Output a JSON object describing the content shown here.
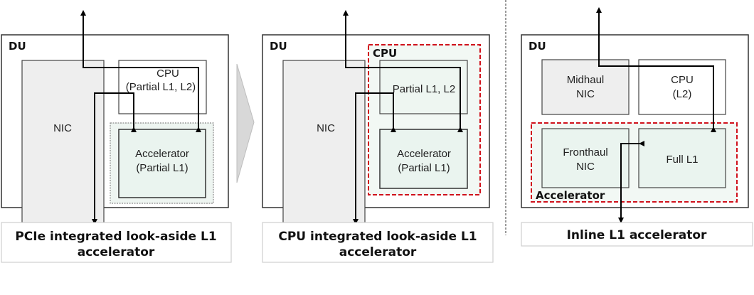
{
  "colors": {
    "frame": "#333333",
    "nic_fill": "#eeeeee",
    "accel_fill": "#eaf4ef",
    "accel_zone_fill": "#f3f8f5",
    "highlight_dash": "#d0111b",
    "gray_dash": "#8a8a8a",
    "chevron": "#d8d8d8",
    "caption_border": "#cfcfcf",
    "arrow": "#000000"
  },
  "panels": [
    {
      "du_label": "DU",
      "nic_label": "NIC",
      "cpu_line1": "CPU",
      "cpu_line2": "(Partial L1, L2)",
      "accel_line1": "Accelerator",
      "accel_line2": "(Partial L1)",
      "caption_line1": "PCIe integrated  look-aside L1",
      "caption_line2": "accelerator"
    },
    {
      "du_label": "DU",
      "nic_label": "NIC",
      "zone_label": "CPU",
      "cpu_line1": "Partial L1, L2",
      "accel_line1": "Accelerator",
      "accel_line2": "(Partial L1)",
      "caption_line1": "CPU integrated look-aside L1",
      "caption_line2": "accelerator"
    },
    {
      "du_label": "DU",
      "midhaul_line1": "Midhaul",
      "midhaul_line2": "NIC",
      "cpu_line1": "CPU",
      "cpu_line2": "(L2)",
      "fronthaul_line1": "Fronthaul",
      "fronthaul_line2": "NIC",
      "fulll1_label": "Full L1",
      "zone_label": "Accelerator",
      "caption_line1": "Inline L1 accelerator"
    }
  ]
}
